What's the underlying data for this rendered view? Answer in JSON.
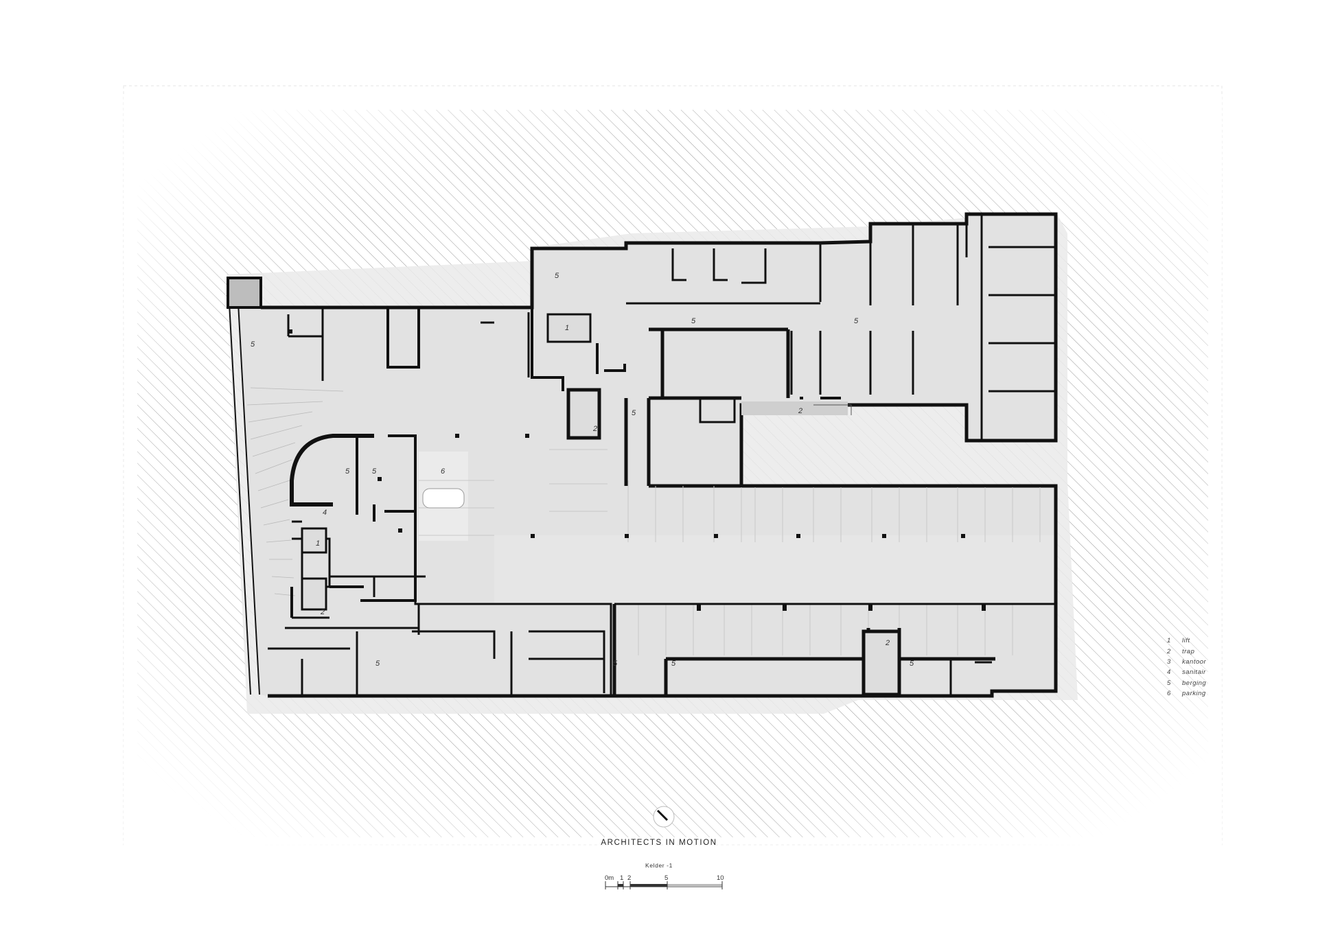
{
  "plan": {
    "firm_name": "ARCHITECTS IN MOTION",
    "floor_label": "Kelder -1",
    "compass_icon": "north-arrow-icon",
    "room_labels": [
      "5",
      "5",
      "1",
      "2",
      "5",
      "5",
      "5",
      "5",
      "6",
      "4",
      "1",
      "2",
      "5",
      "5",
      "5",
      "5",
      "2",
      "5",
      "2"
    ],
    "legend": [
      {
        "number": "1",
        "label": "lift"
      },
      {
        "number": "2",
        "label": "trap"
      },
      {
        "number": "3",
        "label": "kantoor"
      },
      {
        "number": "4",
        "label": "sanitair"
      },
      {
        "number": "5",
        "label": "berging"
      },
      {
        "number": "6",
        "label": "parking"
      }
    ],
    "scale_bar": {
      "ticks": [
        "0m",
        "1",
        "2",
        "5",
        "10"
      ]
    },
    "colors": {
      "wall": "#111111",
      "floor": "#e2e2e2",
      "hatch": "#9a9a9a"
    }
  }
}
